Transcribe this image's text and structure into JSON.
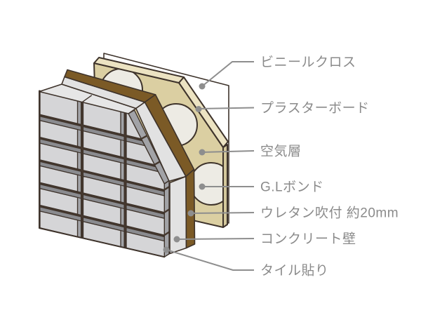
{
  "page": {
    "type": "construction-wall-section-diagram",
    "background": "#ffffff"
  },
  "labels": [
    {
      "id": "vinyl-cloth",
      "text": "ビニールクロス"
    },
    {
      "id": "plasterboard",
      "text": "プラスターボード"
    },
    {
      "id": "air-layer",
      "text": "空気層"
    },
    {
      "id": "gl-bond",
      "text": "G.Lボンド"
    },
    {
      "id": "urethane-spray",
      "text": "ウレタン吹付 約20mm"
    },
    {
      "id": "concrete-wall",
      "text": "コンクリート壁"
    },
    {
      "id": "tile-finish",
      "text": "タイル貼り"
    }
  ],
  "colors": {
    "outline": "#3e332b",
    "leader": "#8e8e8e",
    "label_text": "#8a8a8a",
    "tile_front": "#d5d5d7",
    "tile_top": "#8a8b8f",
    "tile_side": "#a2a3a7",
    "tile_joint": "#45382e",
    "tile_top_face": "#e6e6e6",
    "concrete": "#e2e2e2",
    "urethane_brown": "#7b5a26",
    "board_front": "#dbcfa2",
    "board_light": "#ece3c2",
    "board_side": "#d3c79c",
    "gl_bond_circle": "#edebe4",
    "vinyl_sheet": "#ffffff"
  }
}
